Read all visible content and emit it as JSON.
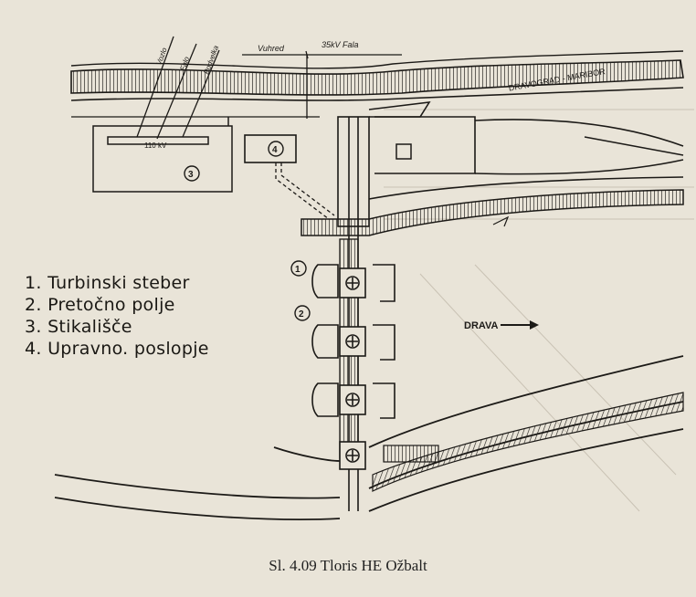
{
  "labels": {
    "vozli_1": "Vozlo",
    "vozli_2": "Falo",
    "vozli_3": "Podvelka",
    "line_a": "Vuhred",
    "line_b": "35kV Fala",
    "road": "DRAVOGRAD - MARIBOR",
    "kv": "110 kV",
    "river": "DRAVA",
    "marker_1": "1",
    "marker_2": "2",
    "marker_3": "3",
    "marker_4": "4"
  },
  "legend": [
    "1. Turbinski steber",
    "2. Pretočno polje",
    "3. Stikališče",
    "4. Upravno. poslopje"
  ],
  "caption": "Sl. 4.09 Tloris HE Ožbalt",
  "colors": {
    "paper": "#e9e4d8",
    "ink": "#1c1a17"
  }
}
